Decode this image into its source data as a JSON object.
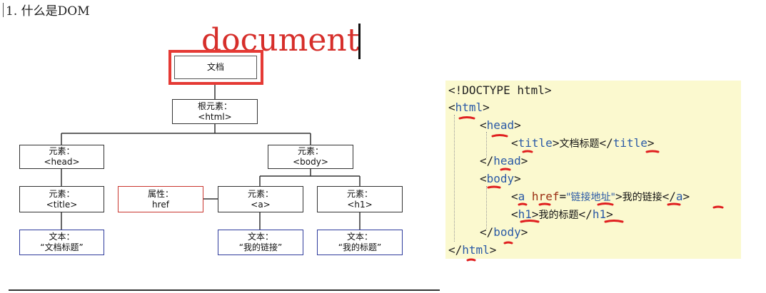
{
  "heading": {
    "number": "1.",
    "text": "什么是DOM"
  },
  "title_word": "document",
  "tree": {
    "document": {
      "line1": "文档"
    },
    "root": {
      "line1": "根元素：",
      "line2": "<html>"
    },
    "head": {
      "line1": "元素：",
      "line2": "<head>"
    },
    "body": {
      "line1": "元素：",
      "line2": "<body>"
    },
    "title": {
      "line1": "元素：",
      "line2": "<title>"
    },
    "attr": {
      "line1": "属性：",
      "line2": "href"
    },
    "a": {
      "line1": "元素：",
      "line2": "<a>"
    },
    "h1": {
      "line1": "元素：",
      "line2": "<h1>"
    },
    "text_title": {
      "line1": "文本：",
      "line2": "“文档标题”"
    },
    "text_a": {
      "line1": "文本：",
      "line2": "“我的链接”"
    },
    "text_h1": {
      "line1": "文本：",
      "line2": "“我的标题”"
    }
  },
  "code": {
    "doctype": "<!DOCTYPE html>",
    "html_tag": "html",
    "head_tag": "head",
    "title_tag": "title",
    "title_text": "文档标题",
    "body_tag": "body",
    "a_tag": "a",
    "href_attr": "href",
    "href_value": "\"链接地址\"",
    "a_text": "我的链接",
    "h1_tag": "h1",
    "h1_text": "我的标题"
  },
  "colors": {
    "red_accent": "#e53a35",
    "text_node_border": "#2f3c9d",
    "code_background": "#fbf9cf",
    "squiggle": "#e02020"
  }
}
